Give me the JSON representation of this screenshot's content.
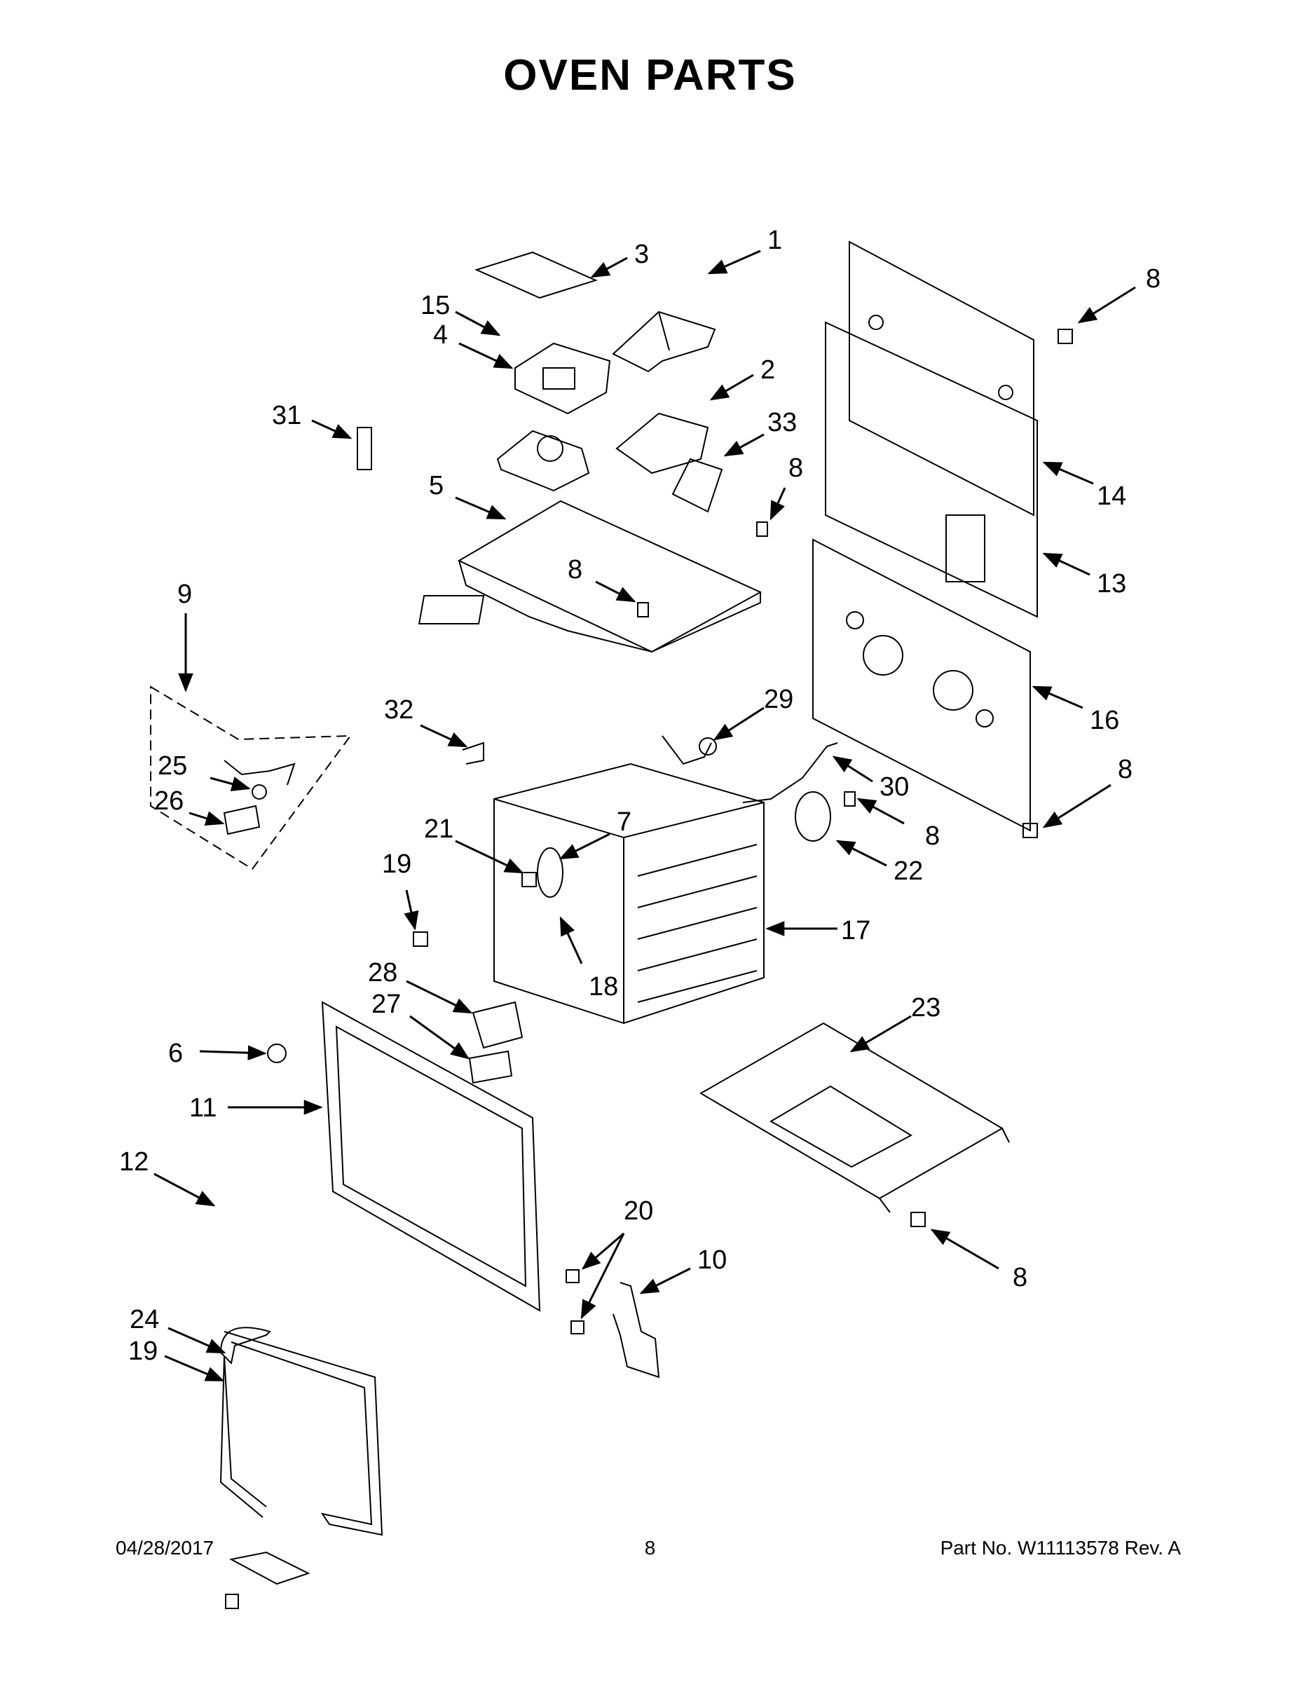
{
  "title": "OVEN PARTS",
  "footer": {
    "date": "04/28/2017",
    "page": "8",
    "part_number": "Part No.  W11113578  Rev.  A"
  },
  "callouts": [
    "1",
    "2",
    "3",
    "4",
    "5",
    "6",
    "7",
    "8",
    "9",
    "10",
    "11",
    "12",
    "13",
    "14",
    "15",
    "16",
    "17",
    "18",
    "19",
    "20",
    "21",
    "22",
    "23",
    "24",
    "25",
    "26",
    "27",
    "28",
    "29",
    "30",
    "31",
    "32",
    "33"
  ]
}
